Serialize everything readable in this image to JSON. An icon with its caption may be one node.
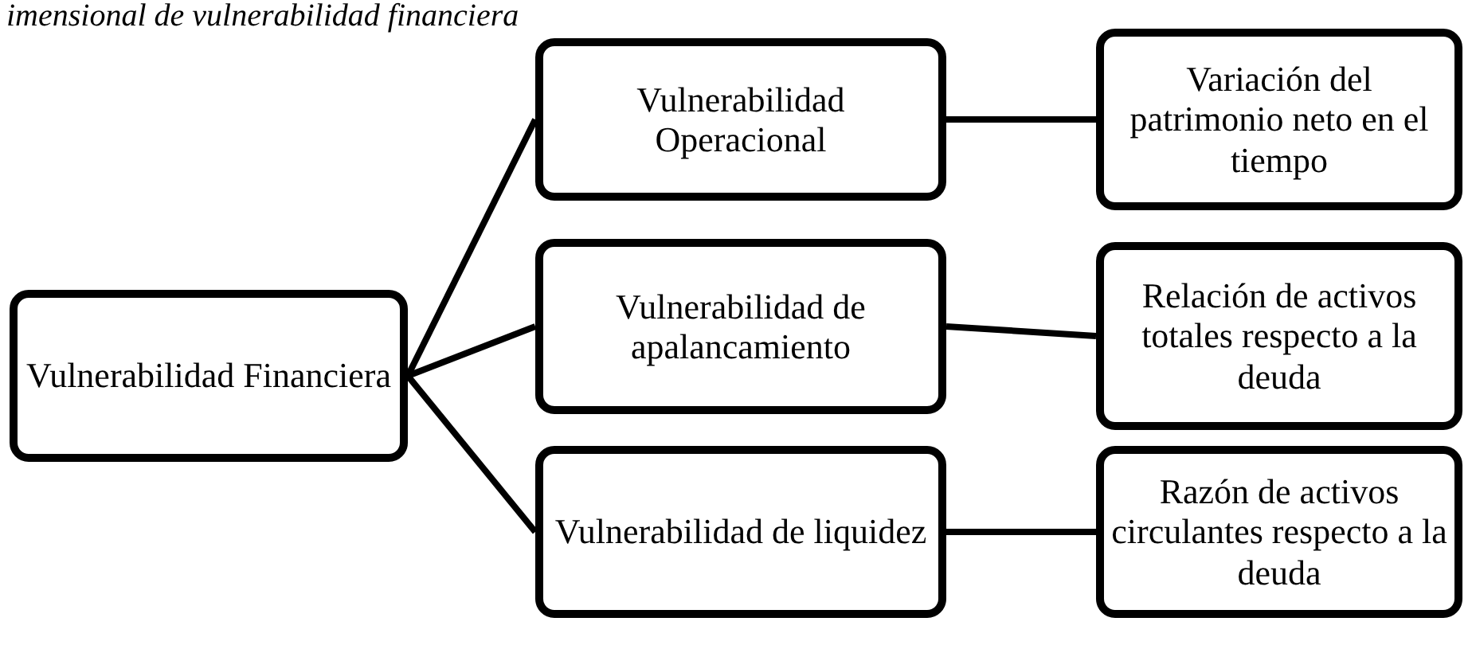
{
  "diagram": {
    "title": "imensional de vulnerabilidad financiera",
    "nodes": [
      {
        "text": [
          "Vulnerabilidad Financiera"
        ]
      },
      {
        "text": [
          "Vulnerabilidad Operacional"
        ]
      },
      {
        "text": [
          "Vulnerabilidad de apalancamiento"
        ]
      },
      {
        "text": [
          "Vulnerabilidad de liquidez"
        ]
      },
      {
        "text": [
          "Variación del patrimonio neto en el tiempo"
        ]
      },
      {
        "text": [
          "Relación de activos totales respecto a la deuda"
        ]
      },
      {
        "text": [
          "Razón de activos circulantes respecto a la deuda"
        ]
      }
    ],
    "edges": [
      {
        "from": 0,
        "to": 1,
        "arrow": "none"
      },
      {
        "from": 0,
        "to": 2,
        "arrow": "none"
      },
      {
        "from": 0,
        "to": 3,
        "arrow": "none"
      },
      {
        "from": 1,
        "to": 4,
        "arrow": "none"
      },
      {
        "from": 2,
        "to": 5,
        "arrow": "none"
      },
      {
        "from": 3,
        "to": 6,
        "arrow": "none"
      }
    ]
  }
}
